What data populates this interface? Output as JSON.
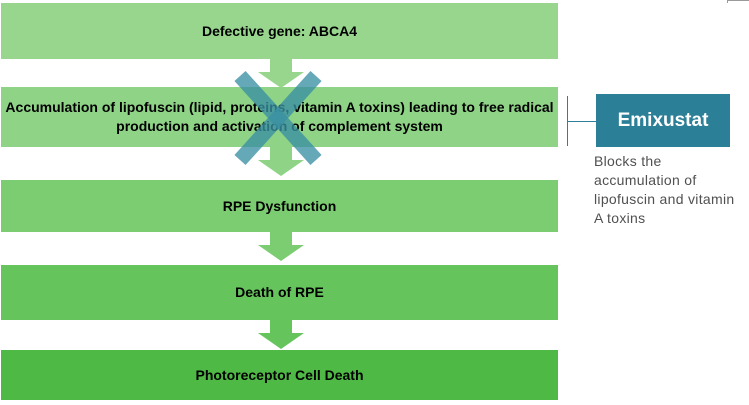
{
  "steps": [
    {
      "label": "Defective gene: ABCA4"
    },
    {
      "label": "Accumulation of lipofuscin (lipid, proteins, vitamin A toxins) leading to free radical production and activation of complement system"
    },
    {
      "label": "RPE Dysfunction"
    },
    {
      "label": "Death of RPE"
    },
    {
      "label": "Photoreceptor Cell Death"
    }
  ],
  "intervention": {
    "name": "Emixustat",
    "description": "Blocks the accumulation of lipofuscin and vitamin A toxins"
  },
  "colors": {
    "step1": "#98d68e",
    "step2": "#8fd387",
    "step3": "#7ccd72",
    "step4": "#66c45d",
    "step5": "#4fb946",
    "cross": "#3a8fa3",
    "drug_box": "#2b7f97"
  },
  "icons": {
    "block_marker": "x-cross-icon",
    "flow_arrow": "arrow-down-icon"
  }
}
